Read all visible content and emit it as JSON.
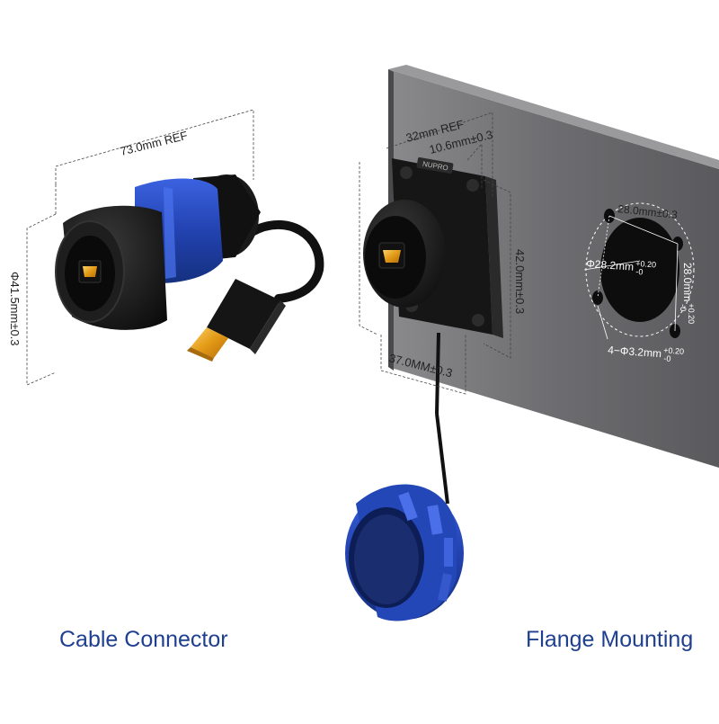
{
  "cable_connector": {
    "caption": "Cable Connector",
    "length_label": "73.0mm REF",
    "diameter_label": "Φ41.5mm±0.3"
  },
  "flange_mounting": {
    "caption": "Flange Mounting",
    "depth_label": "32mm REF",
    "flange_thickness_label": "10.6mm±0.3",
    "height_label": "42.0mm±0.3",
    "width_label": "37.0MM±0.3",
    "logo_text": "NUPRO"
  },
  "panel_cutout": {
    "hole_spacing_h": "28.0mm±0.3",
    "hole_spacing_v_value": "28.0mm",
    "hole_spacing_v_tol_upper": "+0.20",
    "hole_spacing_v_tol_lower": "-0",
    "cutout_diameter_value": "Φ28.2mm",
    "cutout_diameter_tol_upper": "+0.20",
    "cutout_diameter_tol_lower": "-0",
    "mount_holes_value": "4−Φ3.2mm",
    "mount_holes_tol_upper": "+0.20",
    "mount_holes_tol_lower": "-0"
  },
  "colors": {
    "accent_blue": "#1f3f8f",
    "connector_blue": "#2a4fc4",
    "panel_gray": "#6b6b6d",
    "body_black": "#1a1a1a",
    "gold": "#e8a21c"
  }
}
